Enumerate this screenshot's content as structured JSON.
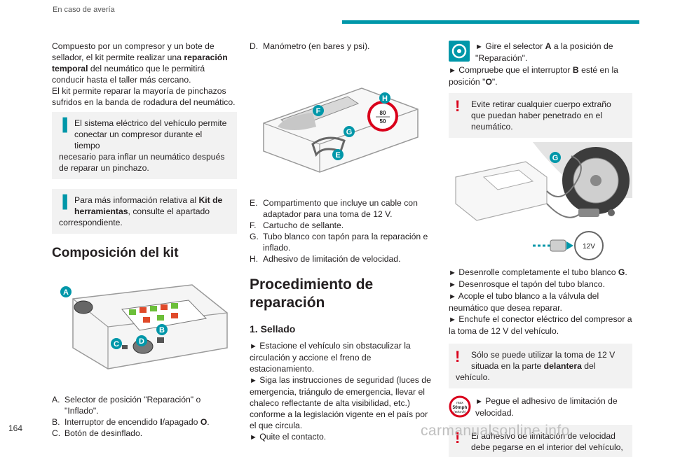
{
  "header": {
    "section_title": "En caso de avería"
  },
  "page_number": "164",
  "watermark": "carmanualsonline.info",
  "col1": {
    "intro_1": "Compuesto por un compresor y un bote de sellador, el kit permite realizar una ",
    "intro_bold": "reparación temporal",
    "intro_2": " del neumático que le permitirá conducir hasta el taller más cercano.",
    "intro_3": "El kit permite reparar la mayoría de pinchazos sufridos en la banda de rodadura del neumático.",
    "note1_first": "El sistema eléctrico del vehículo permite conectar un compresor durante el tiempo",
    "note1_cont": "necesario para inflar un neumático después de reparar un pinchazo.",
    "note2_a": "Para más información relativa al ",
    "note2_bold": "Kit de herramientas",
    "note2_b": ", consulte el apartado",
    "note2_cont": "correspondiente.",
    "heading": "Composición del kit",
    "items": [
      {
        "label": "A.",
        "text": "Selector de posición \"Reparación\" o \"Inflado\"."
      },
      {
        "label": "B.",
        "text_a": "Interruptor de encendido ",
        "bold_a": "I",
        "text_b": "/apagado ",
        "bold_b": "O",
        "text_c": "."
      },
      {
        "label": "C.",
        "text": "Botón de desinflado."
      }
    ]
  },
  "col2": {
    "item_d": {
      "label": "D.",
      "text": "Manómetro (en bares y psi)."
    },
    "items": [
      {
        "label": "E.",
        "text": "Compartimento que incluye un cable con adaptador para una toma de 12 V."
      },
      {
        "label": "F.",
        "text": "Cartucho de sellante."
      },
      {
        "label": "G.",
        "text": "Tubo blanco con tapón para la reparación e inflado."
      },
      {
        "label": "H.",
        "text": "Adhesivo de limitación de velocidad."
      }
    ],
    "heading": "Procedimiento de reparación",
    "subheading": "1. Sellado",
    "steps": [
      "Estacione el vehículo sin obstaculizar la circulación y accione el freno de estacionamiento.",
      "Siga las instrucciones de seguridad (luces de emergencia, triángulo de emergencia, llevar el chaleco reflectante de alta visibilidad, etc.) conforme a la legislación vigente en el país por el que circula.",
      "Quite el contacto."
    ]
  },
  "col3": {
    "step1_a": "Gire el selector ",
    "step1_bold": "A",
    "step1_b": " a la posición de \"Reparación\".",
    "step2_a": "Compruebe que el interruptor ",
    "step2_bold": "B",
    "step2_b": " esté en la posición \"",
    "step2_bold2": "O",
    "step2_c": "\".",
    "warn1": "Evite retirar cualquier cuerpo extraño que puedan haber penetrado en el neumático.",
    "steps": [
      {
        "a": "Desenrolle completamente el tubo blanco ",
        "bold": "G",
        "b": "."
      },
      {
        "a": "Desenrosque el tapón del tubo blanco."
      },
      {
        "a": "Acople el tubo blanco a la válvula del neumático que desea reparar."
      },
      {
        "a": "Enchufe el conector eléctrico del compresor a la toma de 12 V del vehículo."
      }
    ],
    "warn2_a": "Sólo se puede utilizar la toma de 12 V situada en la parte ",
    "warn2_bold": "delantera",
    "warn2_b": " del",
    "warn2_cont": "vehículo.",
    "step_sticker": "Pegue el adhesivo de limitación de velocidad.",
    "warn3_first": "El adhesivo de limitación de velocidad debe pegarse en el interior del vehículo,"
  },
  "illustrations": {
    "kit_letters": [
      "A",
      "B",
      "C",
      "D"
    ],
    "top_letters": [
      "F",
      "G",
      "E",
      "H"
    ],
    "speed_sign": [
      "80",
      "50"
    ],
    "car_letter": "G",
    "socket_label": "12V",
    "sticker": [
      "max",
      "50mph",
      "(80km/h)"
    ],
    "accent": "#0097a9",
    "warn": "#d9001b"
  }
}
